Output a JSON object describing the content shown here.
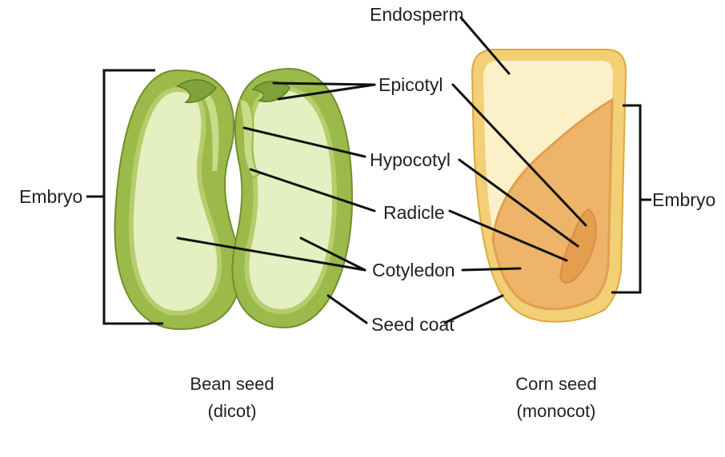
{
  "labels": {
    "endosperm": "Endosperm",
    "epicotyl": "Epicotyl",
    "hypocotyl": "Hypocotyl",
    "radicle": "Radicle",
    "cotyledon": "Cotyledon",
    "seed_coat": "Seed coat",
    "embryo_left": "Embryo",
    "embryo_right": "Embryo"
  },
  "captions": {
    "bean_line1": "Bean seed",
    "bean_line2": "(dicot)",
    "corn_line1": "Corn seed",
    "corn_line2": "(monocot)"
  },
  "colors": {
    "bean_coat": "#9cba4a",
    "bean_inner": "#b5cd6a",
    "bean_cotyledon": "#e4efc2",
    "corn_coat": "#f3cf75",
    "corn_endosperm": "#fbf0c8",
    "corn_embryo": "#eeb46a",
    "corn_axis": "#e59d4f"
  }
}
